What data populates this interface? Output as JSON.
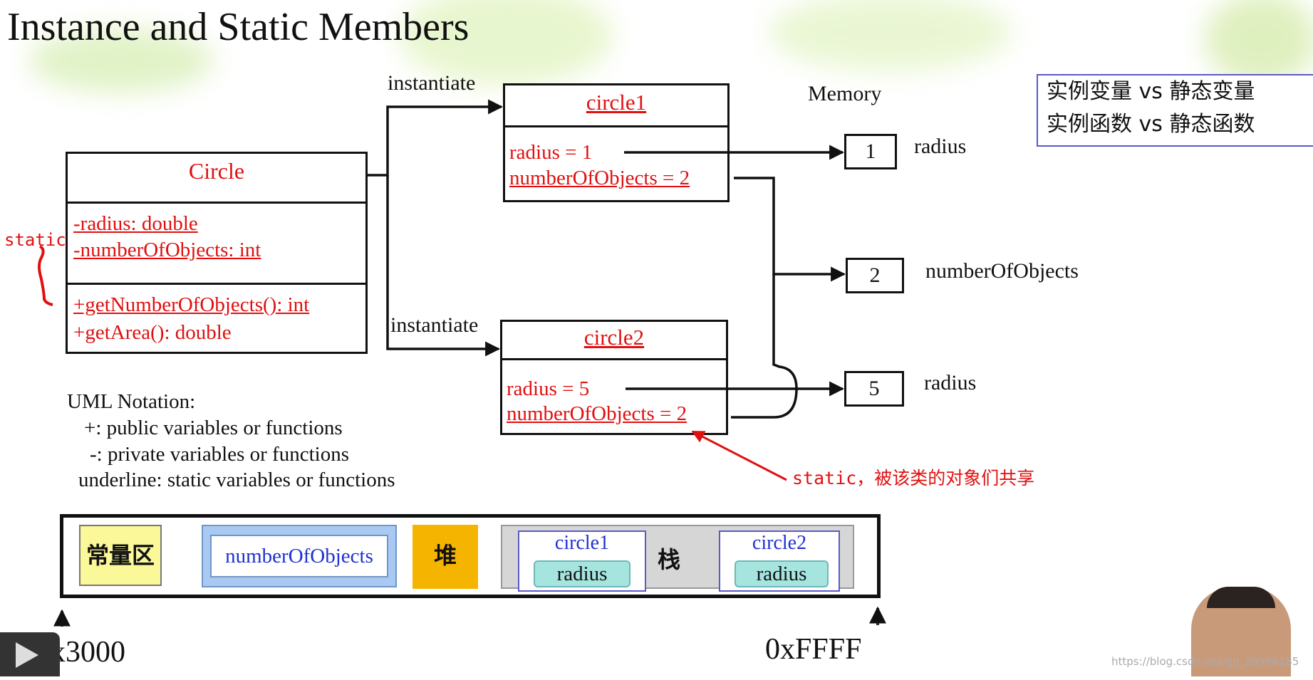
{
  "title": "Instance and Static Members",
  "class_box": {
    "name": "Circle",
    "attributes": [
      "-radius: double",
      "-numberOfObjects: int"
    ],
    "methods": [
      "+getNumberOfObjects(): int",
      "+getArea(): double"
    ]
  },
  "static_annotation": "static",
  "instantiate_label_1": "instantiate",
  "instantiate_label_2": "instantiate",
  "circle1": {
    "name": "circle1",
    "radius_line": "radius = 1",
    "count_line": "numberOfObjects = 2"
  },
  "circle2": {
    "name": "circle2",
    "radius_line": "radius = 5",
    "count_line": "numberOfObjects = 2"
  },
  "memory": {
    "title": "Memory",
    "cells": [
      {
        "value": "1",
        "label": "radius"
      },
      {
        "value": "2",
        "label": "numberOfObjects"
      },
      {
        "value": "5",
        "label": "radius"
      }
    ]
  },
  "notation": {
    "title": "UML Notation:",
    "lines": [
      "+: public variables or functions",
      "-: private variables or functions",
      "underline: static variables or functions"
    ]
  },
  "static_shared_note": "static，被该类的对象们共享",
  "comparison_box": {
    "line1": "实例变量 vs 静态变量",
    "line2": "实例函数 vs 静态函数"
  },
  "memory_layout": {
    "constant_area": "常量区",
    "static_var": "numberOfObjects",
    "heap": "堆",
    "stack": "栈",
    "stack_obj1": {
      "name": "circle1",
      "field": "radius"
    },
    "stack_obj2": {
      "name": "circle2",
      "field": "radius"
    },
    "addr_start": "0x3000",
    "addr_end": "0xFFFF"
  },
  "watermark": "https://blog.csdn.net/qq_29998285",
  "colors": {
    "annotation_red": "#e01010",
    "heap_orange": "#f5b400",
    "const_yellow": "#fbf89a",
    "static_blue": "#a9c9f2",
    "stack_teal": "#a6e4e0"
  }
}
